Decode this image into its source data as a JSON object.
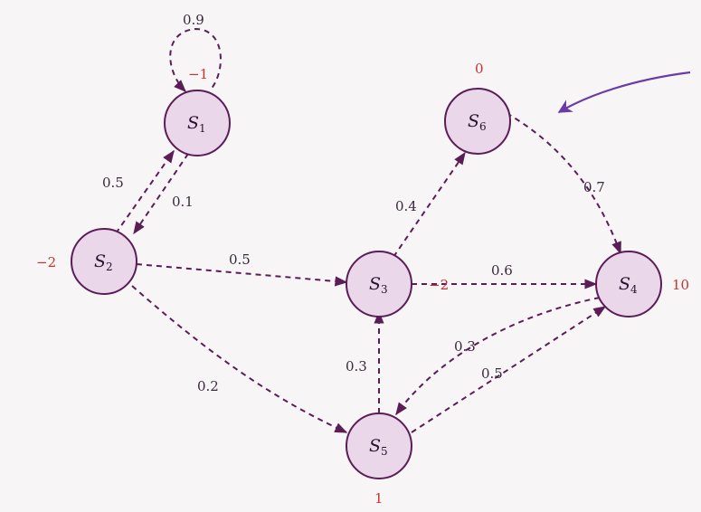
{
  "diagram": {
    "states": [
      {
        "id": "S1",
        "letter": "S",
        "sub": "1",
        "reward": "−1"
      },
      {
        "id": "S2",
        "letter": "S",
        "sub": "2",
        "reward": "−2"
      },
      {
        "id": "S3",
        "letter": "S",
        "sub": "3",
        "reward": "−2"
      },
      {
        "id": "S4",
        "letter": "S",
        "sub": "4",
        "reward": "10"
      },
      {
        "id": "S5",
        "letter": "S",
        "sub": "5",
        "reward": "1"
      },
      {
        "id": "S6",
        "letter": "S",
        "sub": "6",
        "reward": "0"
      }
    ],
    "transitions": [
      {
        "from": "S1",
        "to": "S1",
        "prob": "0.9"
      },
      {
        "from": "S2",
        "to": "S1",
        "prob": "0.5"
      },
      {
        "from": "S1",
        "to": "S2",
        "prob": "0.1"
      },
      {
        "from": "S2",
        "to": "S3",
        "prob": "0.5"
      },
      {
        "from": "S2",
        "to": "S5",
        "prob": "0.2"
      },
      {
        "from": "S3",
        "to": "S6",
        "prob": "0.4"
      },
      {
        "from": "S6",
        "to": "S4",
        "prob": "0.7"
      },
      {
        "from": "S3",
        "to": "S4",
        "prob": "0.6"
      },
      {
        "from": "S4",
        "to": "S5",
        "prob": "0.3"
      },
      {
        "from": "S5",
        "to": "S4",
        "prob": "0.5"
      },
      {
        "from": "S5",
        "to": "S3",
        "prob": "0.3"
      }
    ],
    "colors": {
      "node_fill": "#ead7ea",
      "node_stroke": "#5b1d56",
      "edge": "#5b1d56",
      "reward": "#c8332e",
      "pointer_arrow": "#6a3aa6"
    }
  }
}
